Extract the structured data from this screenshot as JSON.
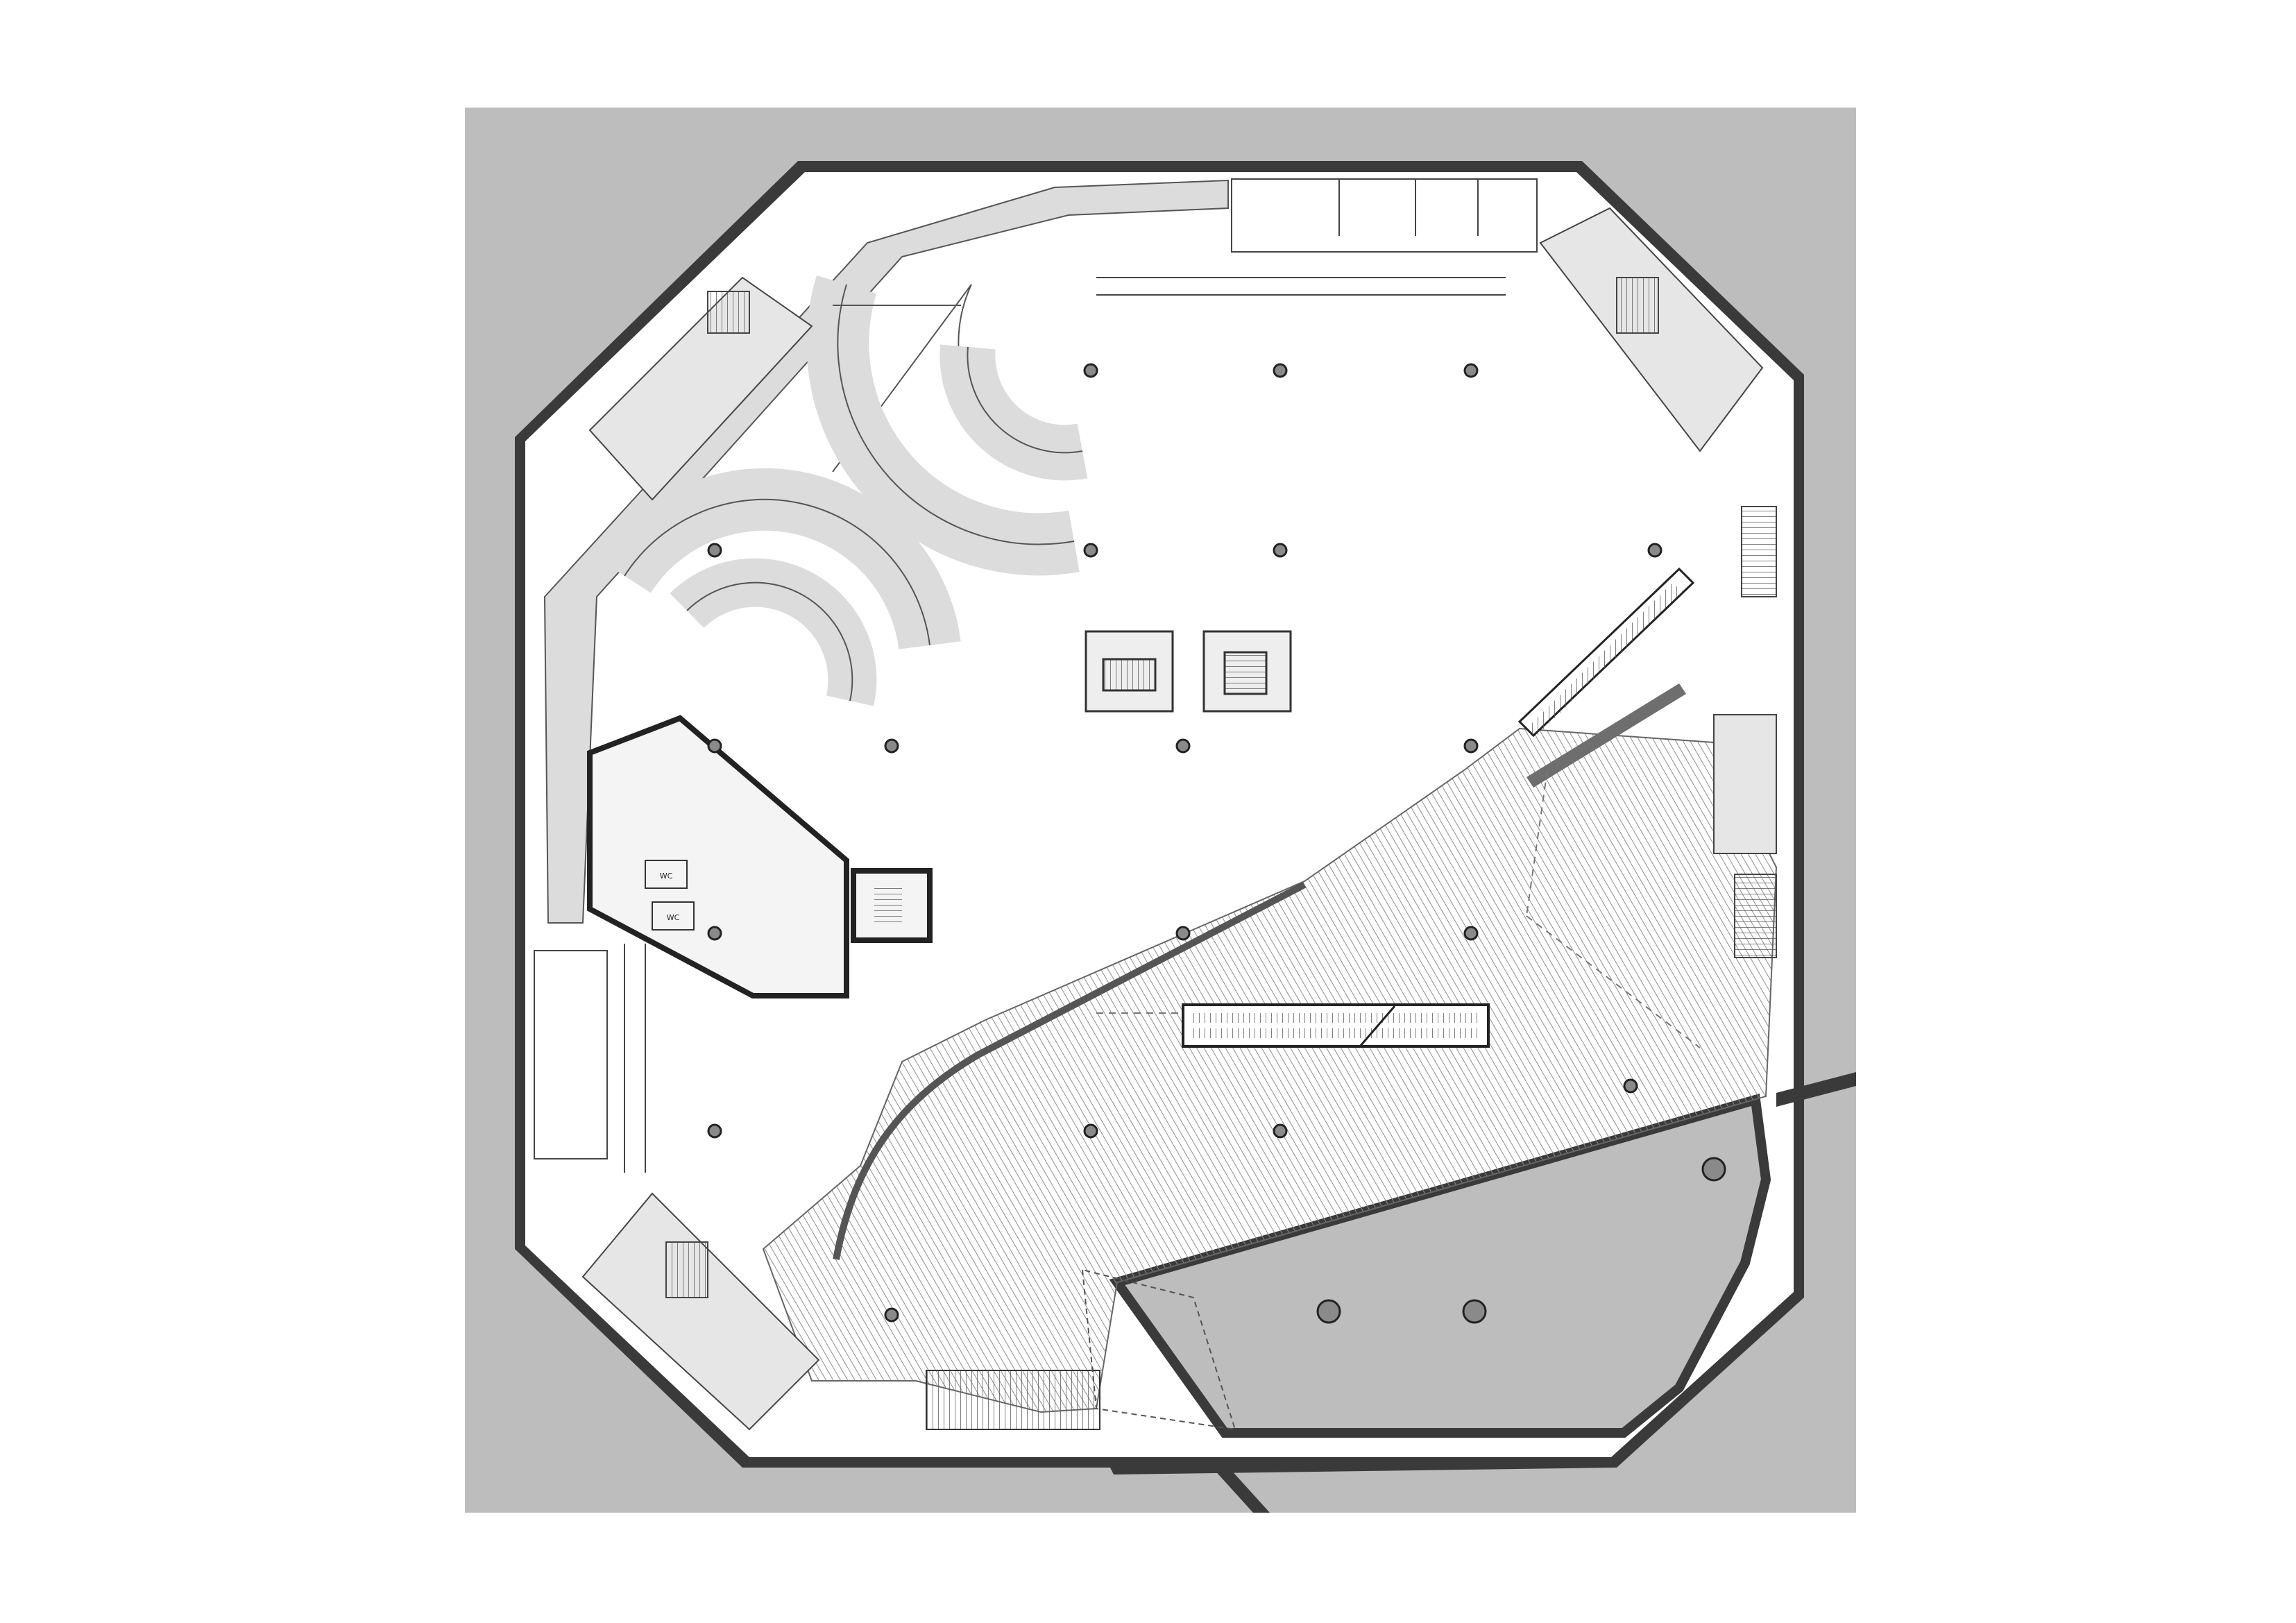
{
  "drawing": {
    "type": "architectural-floor-plan",
    "building_outline": "octagon",
    "background_color": "#bdbdbd",
    "floor_color": "#ffffff",
    "wall_color": "#3a3a3a",
    "ramp_color": "#dcdcdc",
    "hatch_color": "#8e8e8e",
    "column_fill": "#8a8a8a",
    "room_labels": [
      "WC",
      "WC"
    ],
    "elements": [
      "parking-ramp-helix-upper",
      "parking-ramp-helix-lower",
      "diagonal-access-ramp",
      "central-stair-core-left",
      "central-stair-core-right",
      "escalator-pair-center",
      "escalator-diagonal-east",
      "service-block-west",
      "stair-block-northwest",
      "stair-block-northeast",
      "stair-block-southwest",
      "stair-block-east",
      "sloped-hatched-plaza",
      "sunken-courtyard-southeast",
      "north-corridor-rooms",
      "west-corridor-rooms",
      "south-grandstand-steps"
    ]
  }
}
